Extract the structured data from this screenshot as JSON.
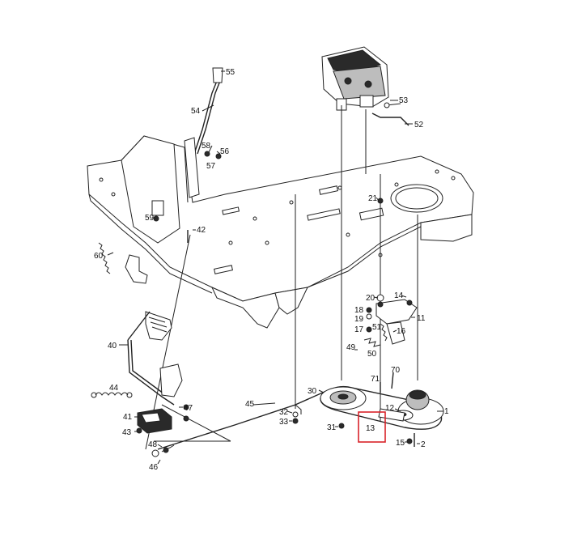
{
  "diagram": {
    "highlight_color": "#d9232a",
    "highlighted_part": "13",
    "parts": [
      {
        "id": "p55",
        "label": "55"
      },
      {
        "id": "p54",
        "label": "54"
      },
      {
        "id": "p58",
        "label": "58"
      },
      {
        "id": "p56",
        "label": "56"
      },
      {
        "id": "p57",
        "label": "57"
      },
      {
        "id": "p53",
        "label": "53"
      },
      {
        "id": "p52",
        "label": "52"
      },
      {
        "id": "p21",
        "label": "21"
      },
      {
        "id": "p59",
        "label": "59"
      },
      {
        "id": "p42",
        "label": "42"
      },
      {
        "id": "p60",
        "label": "60"
      },
      {
        "id": "p20",
        "label": "20"
      },
      {
        "id": "p14",
        "label": "14"
      },
      {
        "id": "p18",
        "label": "18"
      },
      {
        "id": "p19",
        "label": "19"
      },
      {
        "id": "p11",
        "label": "11"
      },
      {
        "id": "p17",
        "label": "17"
      },
      {
        "id": "p51",
        "label": "51"
      },
      {
        "id": "p16",
        "label": "16"
      },
      {
        "id": "p40",
        "label": "40"
      },
      {
        "id": "p49",
        "label": "49"
      },
      {
        "id": "p50",
        "label": "50"
      },
      {
        "id": "p71",
        "label": "71"
      },
      {
        "id": "p70",
        "label": "70"
      },
      {
        "id": "p44",
        "label": "44"
      },
      {
        "id": "p30",
        "label": "30"
      },
      {
        "id": "p45",
        "label": "45"
      },
      {
        "id": "p12",
        "label": "12"
      },
      {
        "id": "p1",
        "label": "1"
      },
      {
        "id": "p47",
        "label": "47"
      },
      {
        "id": "p32",
        "label": "32"
      },
      {
        "id": "p41",
        "label": "41"
      },
      {
        "id": "p33",
        "label": "33"
      },
      {
        "id": "p31",
        "label": "31"
      },
      {
        "id": "p13",
        "label": "13"
      },
      {
        "id": "p43",
        "label": "43"
      },
      {
        "id": "p15",
        "label": "15"
      },
      {
        "id": "p2",
        "label": "2"
      },
      {
        "id": "p48",
        "label": "48"
      },
      {
        "id": "p46",
        "label": "46"
      }
    ]
  }
}
